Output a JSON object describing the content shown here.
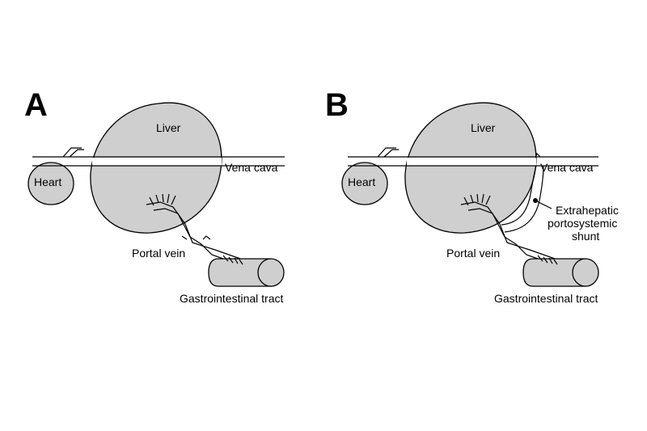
{
  "panels": [
    {
      "letter": "A",
      "labels": {
        "liver": "Liver",
        "vena_cava": "Vena cava",
        "heart": "Heart",
        "portal_vein": "Portal vein",
        "gi_tract": "Gastrointestinal tract"
      }
    },
    {
      "letter": "B",
      "labels": {
        "liver": "Liver",
        "vena_cava": "Vena cava",
        "heart": "Heart",
        "portal_vein": "Portal vein",
        "gi_tract": "Gastrointestinal tract",
        "shunt_line1": "Extrahepatic",
        "shunt_line2": "portosystemic",
        "shunt_line3": "shunt"
      }
    }
  ],
  "colors": {
    "organ_fill": "#cfcfcf",
    "stroke": "#000000",
    "background": "#ffffff"
  }
}
